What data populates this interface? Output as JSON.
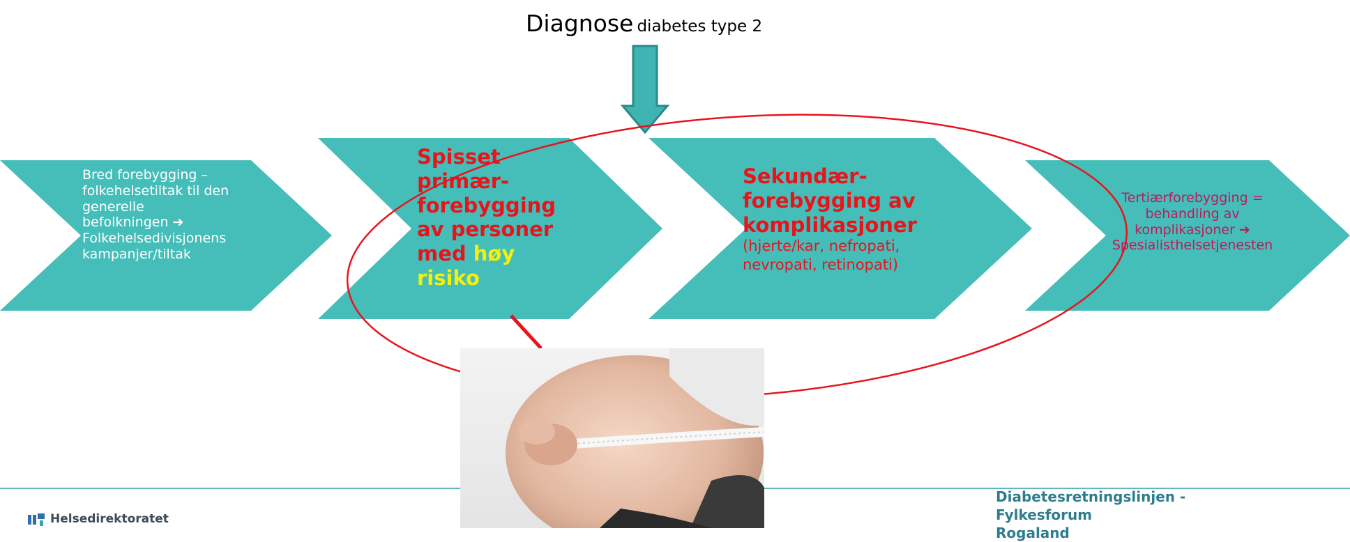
{
  "title": {
    "main": "Diagnose",
    "sub": "diabetes type 2"
  },
  "steps": [
    {
      "lines": [
        "Bred forebygging –",
        "folkehelsetiltak til den",
        "generelle",
        "befolkningen ➔",
        "Folkehelsedivisjonens",
        "kampanjer/tiltak"
      ]
    },
    {
      "lines": [
        "Spisset",
        "primær-",
        "forebygging",
        "av personer"
      ],
      "last_red": "med",
      "last_yellow": "høy",
      "yellow_line": "risiko"
    },
    {
      "heading_lines": [
        "Sekundær-",
        "forebygging av",
        "komplikasjoner"
      ],
      "sub_lines": [
        "(hjerte/kar, nefropati,",
        "nevropati, retinopati)"
      ]
    },
    {
      "lines": [
        "Tertiærforebygging =",
        "behandling av",
        "komplikasjoner ➔",
        "Spesialisthelsetjenesten"
      ]
    }
  ],
  "footer": {
    "logo_text": "Helsedirektoratet",
    "right_line1": "Diabetesretningslinjen - Fylkesforum",
    "right_line2": "Rogaland"
  },
  "colors": {
    "teal": "#45bdb9",
    "arrow": "#3aa7a6",
    "red": "#e8141c",
    "yellow": "#f3f00a",
    "magenta": "#c2185b",
    "footer_line": "#5fb8bd"
  }
}
